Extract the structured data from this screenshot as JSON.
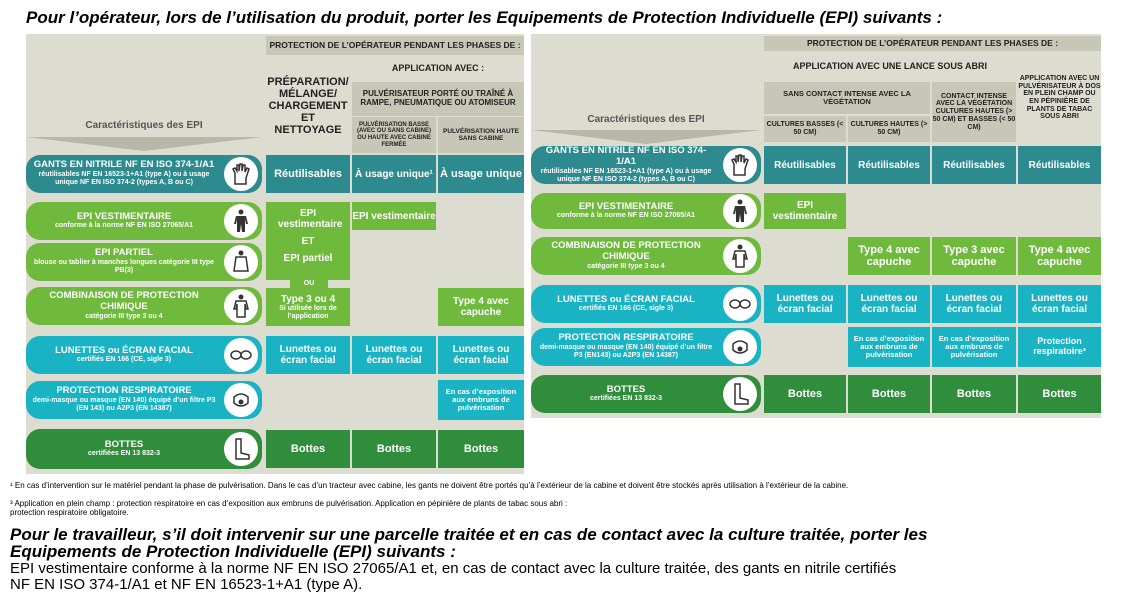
{
  "title_top": "Pour l’opérateur, lors de l’utilisation du produit, porter les Equipements de Protection Individuelle (EPI) suivants :",
  "left_table": {
    "protection_header": "PROTECTION DE L’OPÉRATEUR PENDANT LES PHASES DE :",
    "caract_label": "Caractéristiques des EPI",
    "prep_header": "PRÉPARATION/ MÉLANGE/ CHARGEMENT ET NETTOYAGE",
    "application_header": "APPLICATION AVEC :",
    "pulv_header": "PULVÉRISATEUR PORTÉ OU TRAÎNÉ À RAMPE, PNEUMATIQUE OU ATOMISEUR",
    "basse_header": "PULVÉRISATION BASSE (AVEC OU SANS CABINE) OU HAUTE AVEC CABINE FERMÉE",
    "haute_header": "PULVÉRISATION HAUTE SANS CABINE",
    "rows": [
      {
        "title": "GANTS EN NITRILE NF EN ISO 374-1/A1",
        "sub": "réutilisables NF EN 16523-1+A1 (type A) ou à usage unique NF EN ISO 374-2 (types A, B ou C)"
      },
      {
        "title": "EPI VESTIMENTAIRE",
        "sub": "conforme à la norme NF EN ISO 27065/A1"
      },
      {
        "title": "EPI PARTIEL",
        "sub": "blouse ou tablier à manches longues catégorie III type PB(3)"
      },
      {
        "title": "COMBINAISON DE PROTECTION CHIMIQUE",
        "sub": "catégorie III type 3 ou 4"
      },
      {
        "title": "LUNETTES ou ÉCRAN FACIAL",
        "sub": "certifiés EN 166 (CE, sigle 3)"
      },
      {
        "title": "PROTECTION RESPIRATOIRE",
        "sub": "demi-masque ou masque (EN 140) équipé d’un filtre P3 (EN 143) ou A2P3 (EN 14387)"
      },
      {
        "title": "BOTTES",
        "sub": "certifiées EN 13 832-3"
      }
    ],
    "cells": {
      "gants_prep": "Réutilisables",
      "gants_basse": "À usage unique¹",
      "gants_haute": "À usage unique",
      "vest_prep_1": "EPI vestimentaire",
      "vest_prep_et": "ET",
      "vest_prep_2": "EPI partiel",
      "vest_basse": "EPI vestimentaire",
      "ou": "OU",
      "comb_prep": "Type 3 ou 4",
      "comb_prep_sub": "Si utilisée lors de l’application",
      "comb_haute": "Type 4 avec capuche",
      "lun_prep": "Lunettes ou écran facial",
      "lun_basse": "Lunettes ou écran facial",
      "lun_haute": "Lunettes ou écran facial",
      "resp_haute": "En cas d’exposition aux embruns de pulvérisation",
      "bottes_prep": "Bottes",
      "bottes_basse": "Bottes",
      "bottes_haute": "Bottes"
    }
  },
  "right_table": {
    "protection_header": "PROTECTION DE L’OPÉRATEUR PENDANT LES PHASES DE :",
    "caract_label": "Caractéristiques des EPI",
    "lance_header": "APPLICATION AVEC UNE LANCE SOUS ABRI",
    "dos_header": "APPLICATION AVEC UN PULVÉRISATEUR À DOS EN PLEIN CHAMP OU EN PÉPINIÈRE DE PLANTS DE TABAC SOUS ABRI",
    "sans_contact_header": "SANS CONTACT INTENSE AVEC LA VÉGÉTATION",
    "contact_header": "CONTACT INTENSE AVEC LA VÉGÉTATION CULTURES HAUTES (> 50 CM) ET BASSES (< 50 CM)",
    "basses_header": "CULTURES BASSES (< 50 CM)",
    "hautes_header": "CULTURES HAUTES (> 50 CM)",
    "rows": [
      {
        "title": "GANTS EN NITRILE NF EN ISO 374-1/A1",
        "sub": "réutilisables NF EN 16523-1+A1 (type A) ou à usage unique NF EN ISO 374-2 (types A, B ou C)"
      },
      {
        "title": "EPI VESTIMENTAIRE",
        "sub": "conforme à la norme NF EN ISO 27065/A1"
      },
      {
        "title": "COMBINAISON DE PROTECTION CHIMIQUE",
        "sub": "catégorie III type 3 ou 4"
      },
      {
        "title": "LUNETTES ou ÉCRAN FACIAL",
        "sub": "certifiés EN 166 (CE, sigle 3)"
      },
      {
        "title": "PROTECTION RESPIRATOIRE",
        "sub": "demi-masque ou masque (EN 140) équipé d’un filtre P3 (EN143) ou A2P3 (EN 14387)"
      },
      {
        "title": "BOTTES",
        "sub": "certifiées EN 13 832-3"
      }
    ],
    "cells": {
      "reut": "Réutilisables",
      "epi_vest": "EPI vestimentaire",
      "type4": "Type 4 avec capuche",
      "type3": "Type 3 avec capuche",
      "lunettes": "Lunettes ou écran facial",
      "expo": "En cas d’exposition aux embruns de pulvérisation",
      "resp3": "Protection respiratoire³",
      "bottes": "Bottes"
    }
  },
  "footnotes": {
    "n1": "¹ En cas d’intervention sur le matériel pendant la phase de pulvérisation. Dans le cas d’un tracteur avec cabine, les gants ne doivent être portés qu’à l’extérieur de la cabine et doivent être stockés après utilisation à l’extérieur de la cabine.",
    "n3a": "³ Application en plein champ : protection respiratoire en cas d’exposition aux embruns de pulvérisation. Application en pépinière de plants de tabac sous abri :",
    "n3b": "protection respiratoire obligatoire."
  },
  "title_bottom_1": "Pour le travailleur, s’il doit intervenir sur une parcelle traitée et en cas de contact avec la culture traitée, porter les",
  "title_bottom_2": "Equipements de Protection Individuelle (EPI) suivants :",
  "body_1": "EPI vestimentaire conforme à la norme NF EN ISO 27065/A1 et, en cas de contact avec la culture traitée, des gants en nitrile certifiés",
  "body_2": "NF EN ISO 374-1/A1 et NF EN 16523-1+A1 (type A)."
}
